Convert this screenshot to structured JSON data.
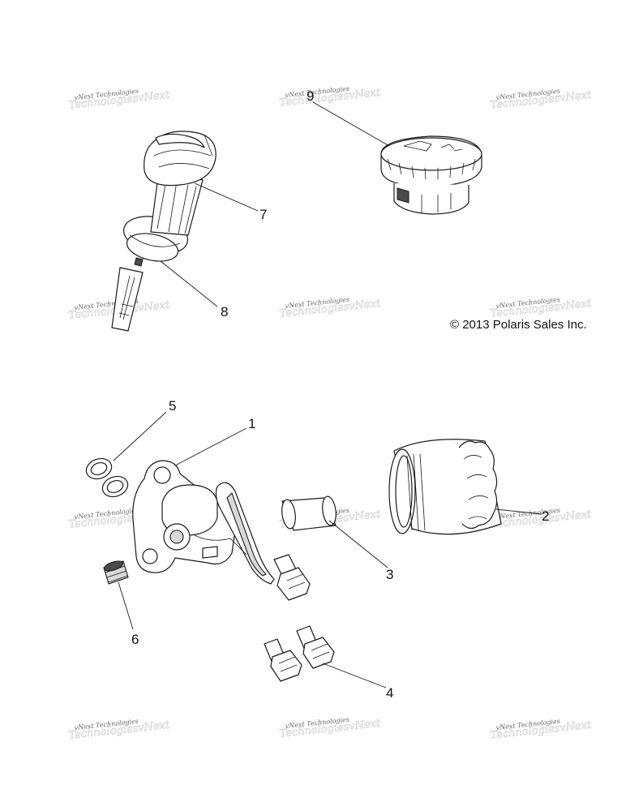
{
  "copyright": "© 2013 Polaris Sales Inc.",
  "watermark_text": "vNext Technologies",
  "callouts": [
    {
      "id": "1",
      "label": "1"
    },
    {
      "id": "2",
      "label": "2"
    },
    {
      "id": "3",
      "label": "3"
    },
    {
      "id": "4",
      "label": "4"
    },
    {
      "id": "5",
      "label": "5"
    },
    {
      "id": "6",
      "label": "6"
    },
    {
      "id": "7",
      "label": "7"
    },
    {
      "id": "8",
      "label": "8"
    },
    {
      "id": "9",
      "label": "9"
    }
  ],
  "parts": [
    {
      "callout": "1",
      "icon": "oil-filter-adapter-icon"
    },
    {
      "callout": "2",
      "icon": "oil-filter-icon"
    },
    {
      "callout": "3",
      "icon": "tube-fitting-icon"
    },
    {
      "callout": "4",
      "icon": "bolt-pair-icon"
    },
    {
      "callout": "5",
      "icon": "seal-ring-icon"
    },
    {
      "callout": "6",
      "icon": "pipe-plug-icon"
    },
    {
      "callout": "7",
      "icon": "dipstick-handle-icon"
    },
    {
      "callout": "8",
      "icon": "dipstick-icon"
    },
    {
      "callout": "9",
      "icon": "fill-cap-icon"
    }
  ]
}
